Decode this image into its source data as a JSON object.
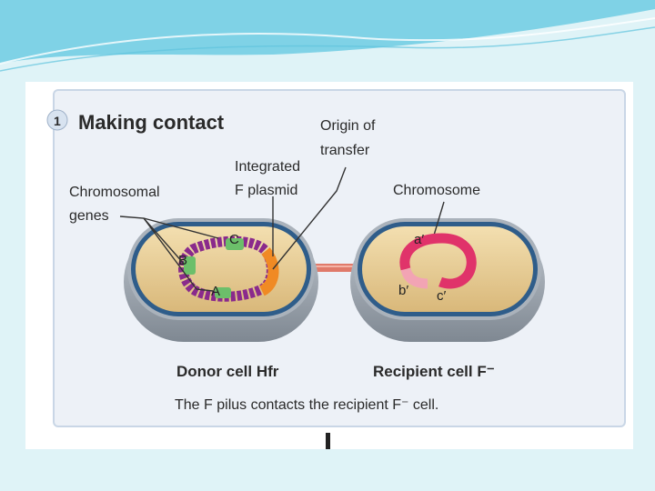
{
  "slide": {
    "background_color": "#dff3f7",
    "accent_color": "#5fc3dd"
  },
  "figure": {
    "step_number": "1",
    "step_title": "Making contact",
    "labels": {
      "origin_line1": "Origin of",
      "origin_line2": "transfer",
      "integrated_line1": "Integrated",
      "integrated_line2": "F plasmid",
      "chromosomal_line1": "Chromosomal",
      "chromosomal_line2": "genes",
      "chromosome": "Chromosome"
    },
    "donor_genes": {
      "a": "A",
      "b": "B",
      "c": "C"
    },
    "recipient_genes": {
      "a": "a′",
      "b": "b′",
      "c": "c′"
    },
    "donor_cell_label": "Donor cell Hfr",
    "recipient_cell_label": "Recipient cell F⁻",
    "caption": "The F pilus contacts the recipient F⁻ cell.",
    "colors": {
      "cytoplasm": "#e8cf9a",
      "cell_wall": "#9aa3ad",
      "chromosome": "#8a2a8c",
      "recipient_chromosome": "#e0336a",
      "gene": "#6cbf6a",
      "origin": "#f08a24",
      "pilus": "#e07a6a"
    }
  }
}
